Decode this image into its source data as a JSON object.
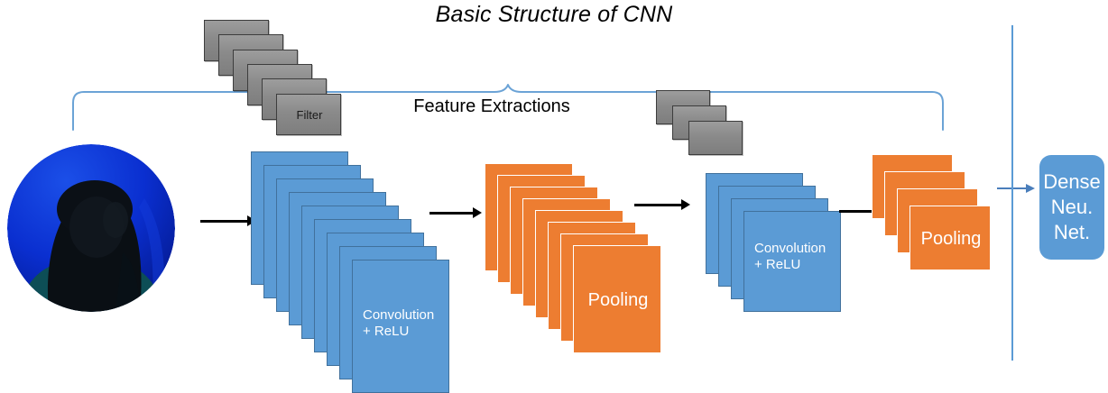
{
  "diagram": {
    "title": "Basic Structure of CNN",
    "feature_extraction_label": "Feature Extractions",
    "colors": {
      "blue": "#5b9bd5",
      "blue_border": "#41719c",
      "orange": "#ed7d31",
      "gray": "#8a8a8a",
      "brace_blue": "#5b9bd5",
      "arrow_black": "#000000",
      "portrait_blue": "#0a2fd0"
    },
    "stages": [
      {
        "name": "input-image",
        "type": "portrait",
        "label": "",
        "count": 1
      },
      {
        "name": "filter-stack-1",
        "type": "gray-stack",
        "label": "Filter",
        "count": 6
      },
      {
        "name": "convolution-stack-1",
        "type": "blue-stack",
        "label": "Convolution\n+ ReLU",
        "count": 9
      },
      {
        "name": "pooling-stack-1",
        "type": "orange-stack",
        "label": "Pooling",
        "count": 8
      },
      {
        "name": "filter-stack-2",
        "type": "gray-stack",
        "label": "",
        "count": 3
      },
      {
        "name": "convolution-stack-2",
        "type": "blue-stack",
        "label": "Convolution\n+ ReLU",
        "count": 4
      },
      {
        "name": "pooling-stack-2",
        "type": "orange-stack",
        "label": "Pooling",
        "count": 4
      },
      {
        "name": "dense-neural-net",
        "type": "rounded-box",
        "label": "Dense\nNeu.\nNet.",
        "count": 1
      }
    ],
    "arrows": [
      {
        "name": "arrow-input-to-conv1",
        "color": "#000000"
      },
      {
        "name": "arrow-conv1-to-pool1",
        "color": "#000000"
      },
      {
        "name": "arrow-pool1-to-conv2",
        "color": "#000000"
      },
      {
        "name": "arrow-conv2-to-pool2",
        "color": "#000000"
      },
      {
        "name": "arrow-pool2-to-dense",
        "color": "#4a7ebb"
      }
    ]
  }
}
